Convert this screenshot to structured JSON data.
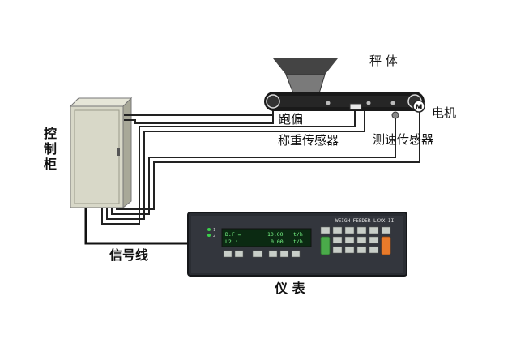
{
  "labels": {
    "scale_body": "秤 体",
    "cabinet_line1": "控",
    "cabinet_line2": "制",
    "cabinet_line3": "柜",
    "deviation": "跑偏",
    "motor": "电机",
    "weight_sensor": "称重传感器",
    "speed_sensor": "测速传感器",
    "signal_line": "信号线",
    "instrument": "仪  表",
    "motor_badge": "M"
  },
  "instrument": {
    "brand": "WEIGH FEEDER  LCXX-II",
    "row1_label": "D.F =",
    "row1_value": "10.00",
    "row1_unit": "t/h",
    "row2_label": "L2 :",
    "row2_value": "0.00",
    "row2_unit": "t/h",
    "leds": [
      "1",
      "2"
    ]
  },
  "colors": {
    "cabinet": "#d8d8c8",
    "belt": "#1a1a1a",
    "hopper": "#6b6b6b",
    "panel": "#2a2d33",
    "display": "#0b2a12",
    "display_text": "#7cff8a",
    "key_green": "#4aaa4a",
    "key_orange": "#e87a2a",
    "key_grey": "#c8cec8"
  }
}
